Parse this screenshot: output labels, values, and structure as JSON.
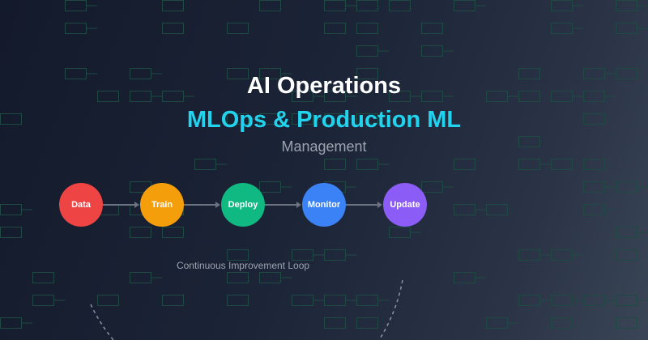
{
  "header": {
    "title": "AI Operations",
    "subtitle": "MLOps & Production ML",
    "subtitle2": "Management"
  },
  "pipeline": {
    "steps": [
      {
        "label": "Data",
        "color": "#ef4444"
      },
      {
        "label": "Train",
        "color": "#f59e0b"
      },
      {
        "label": "Deploy",
        "color": "#10b981"
      },
      {
        "label": "Monitor",
        "color": "#3b82f6"
      },
      {
        "label": "Update",
        "color": "#8b5cf6"
      }
    ],
    "caption": "Continuous Improvement Loop"
  },
  "colors": {
    "accent": "#22d3ee",
    "arrow": "#6b7280",
    "pattern": "#1f4a44"
  }
}
